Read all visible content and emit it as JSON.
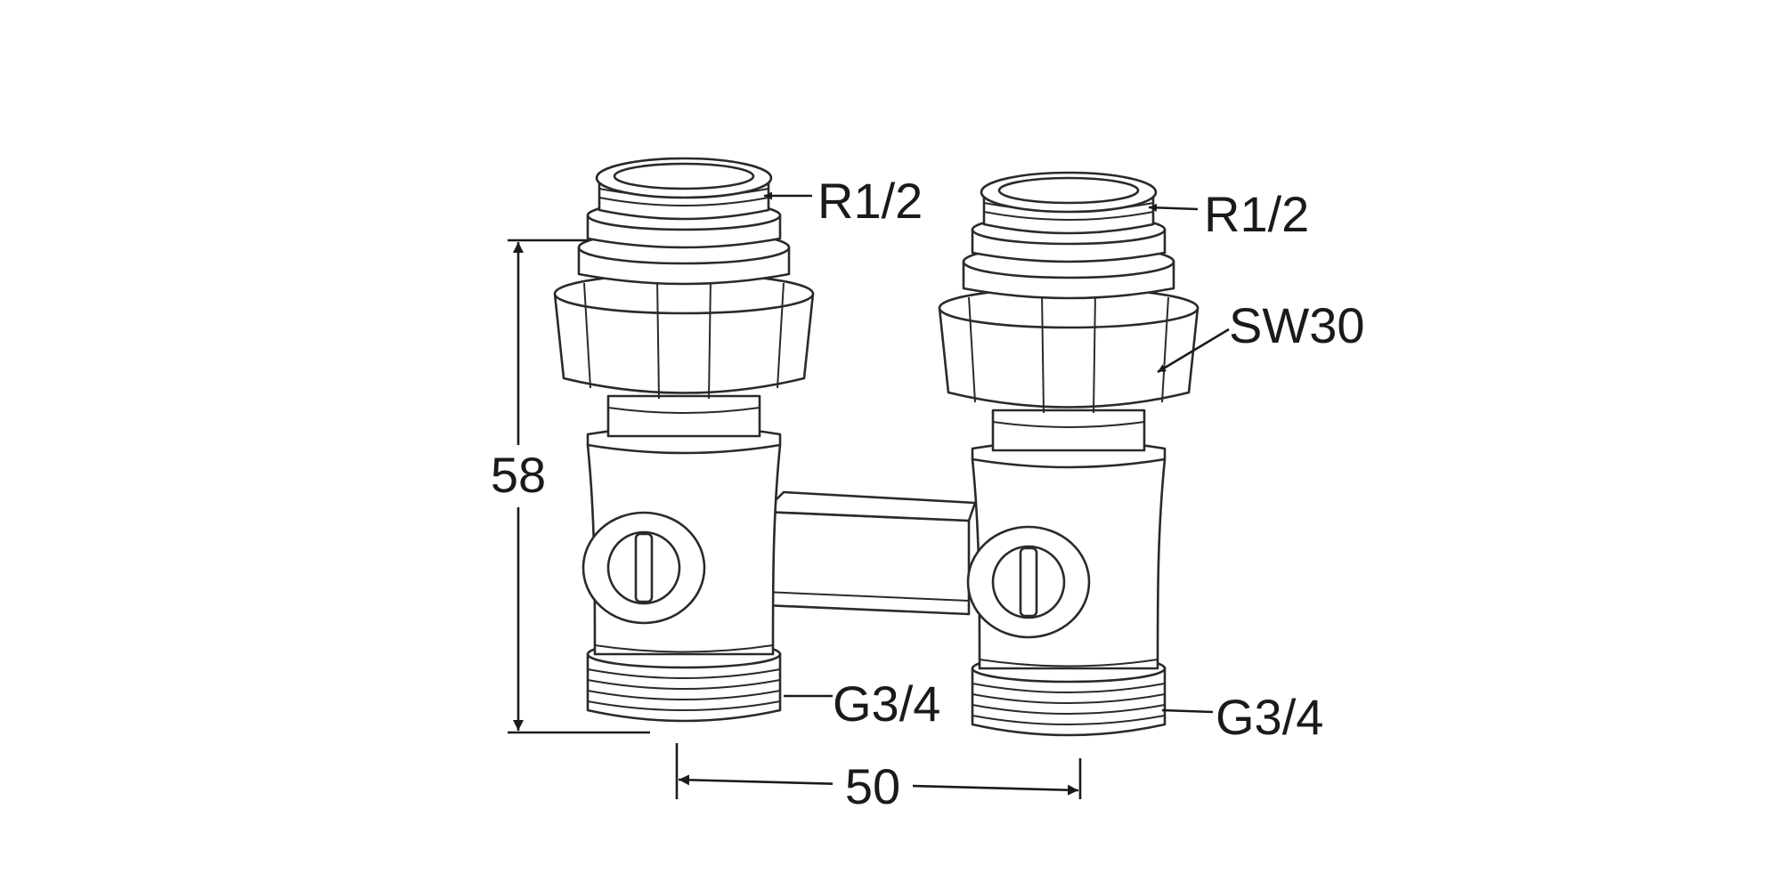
{
  "labels": {
    "thread_top_left": "R1/2",
    "thread_top_right": "R1/2",
    "hex_size": "SW30",
    "thread_bottom_left": "G3/4",
    "thread_bottom_right": "G3/4"
  },
  "dimensions": {
    "height": "58",
    "spacing": "50"
  },
  "colors": {
    "line": "#2a2a2a",
    "background": "#ffffff"
  }
}
